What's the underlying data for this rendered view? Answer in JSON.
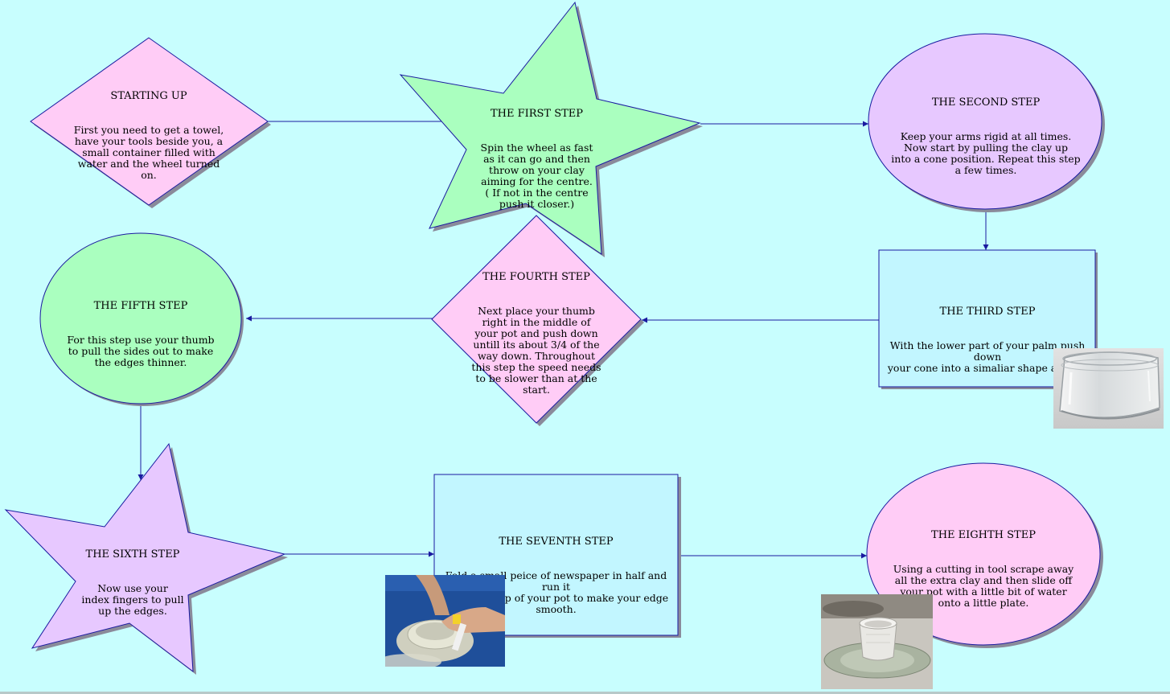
{
  "colors": {
    "background": "#c8fefe",
    "pink": "#ffccf6",
    "green": "#aaffbf",
    "purple": "#e7c8ff",
    "cyan": "#c2f6ff",
    "edge": "#1a1aa0",
    "shadow": "#8a8a9a"
  },
  "nodes": [
    {
      "id": "start",
      "shape": "diamond",
      "title": "STARTING UP",
      "body": "First you need to get a towel,\nhave your tools beside you, a\nsmall container filled with\nwater and the wheel turned\non."
    },
    {
      "id": "step1",
      "shape": "star",
      "title": "THE FIRST STEP",
      "body": "Spin the wheel as fast\nas it can go and then\nthrow on your clay\naiming for the centre.\n( If not in the centre\npush it closer.)"
    },
    {
      "id": "step2",
      "shape": "ellipse",
      "title": "THE SECOND STEP",
      "body": "Keep your arms rigid at all times.\nNow start by pulling the clay up\ninto a cone position. Repeat this step\na few times."
    },
    {
      "id": "step3",
      "shape": "rectangle",
      "title": "THE THIRD STEP",
      "body": "With the lower part of your palm push down\nyour cone into a  simaliar shape as this."
    },
    {
      "id": "step4",
      "shape": "diamond",
      "title": "THE FOURTH STEP",
      "body": "Next place your thumb\nright in the middle of\nyour pot and push down\nuntill its about 3/4 of the\nway down. Throughout\nthis step the speed needs\nto be slower than at the\nstart."
    },
    {
      "id": "step5",
      "shape": "ellipse",
      "title": "THE FIFTH STEP",
      "body": "For this step use your thumb\nto pull the sides out to make\nthe edges thinner."
    },
    {
      "id": "step6",
      "shape": "star",
      "title": "THE SIXTH STEP",
      "body": "Now use your\nindex fingers to pull\nup the edges."
    },
    {
      "id": "step7",
      "shape": "rectangle",
      "title": "THE SEVENTH STEP",
      "body": "Fold a small peice of newspaper in half and run it\nalong the top of your pot to make your edge\nsmooth."
    },
    {
      "id": "step8",
      "shape": "ellipse",
      "title": "THE EIGHTH STEP",
      "body": "Using a cutting in tool scrape away\nall the extra clay and then slide off\nyour pot with a little bit of  water\nonto a little plate."
    }
  ],
  "edges": [
    {
      "from": "start",
      "to": "step1"
    },
    {
      "from": "step1",
      "to": "step2"
    },
    {
      "from": "step2",
      "to": "step3"
    },
    {
      "from": "step3",
      "to": "step4"
    },
    {
      "from": "step4",
      "to": "step5"
    },
    {
      "from": "step5",
      "to": "step6"
    },
    {
      "from": "step6",
      "to": "step7"
    },
    {
      "from": "step7",
      "to": "step8"
    }
  ],
  "photos": [
    {
      "id": "photo-step3",
      "subject": "clear-glass-bowl"
    },
    {
      "id": "photo-step7",
      "subject": "newspaper-smoothing-pot"
    },
    {
      "id": "photo-step8",
      "subject": "finished-pot-on-plate"
    }
  ]
}
